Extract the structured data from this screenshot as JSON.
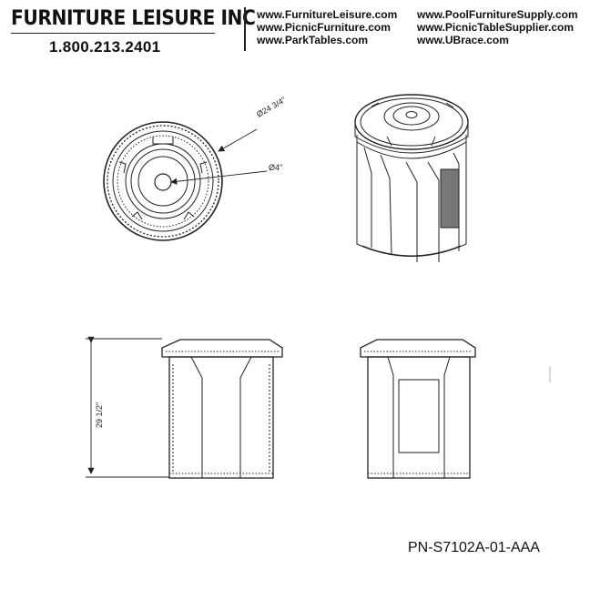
{
  "header": {
    "brand_name": "FURNITURE LEISURE INC",
    "phone": "1.800.213.2401",
    "links_left": [
      "www.FurnitureLeisure.com",
      "www.PicnicFurniture.com",
      "www.ParkTables.com"
    ],
    "links_right": [
      "www.PoolFurnitureSupply.com",
      "www.PicnicTableSupplier.com",
      "www.UBrace.com"
    ]
  },
  "drawing": {
    "dim_diameter_outer": "Ø24 3/4\"",
    "dim_diameter_inner": "Ø4\"",
    "dim_height": "29 1/2\""
  },
  "part_number": "PN-S7102A-01-AAA",
  "colors": {
    "ink": "#222222",
    "background": "#ffffff"
  }
}
